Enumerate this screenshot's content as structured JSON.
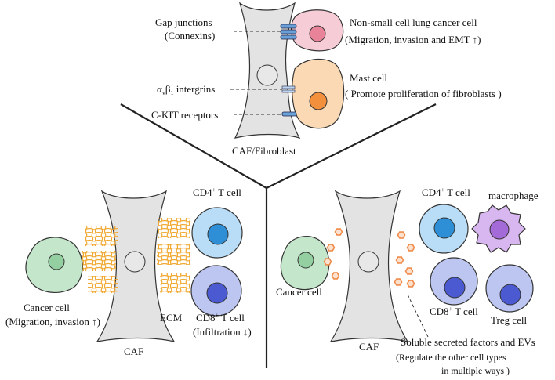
{
  "top_panel": {
    "gap_junctions": "Gap junctions",
    "connexins": "(Connexins)",
    "integrins_alpha": "α",
    "integrins_alpha_sub": "v",
    "integrins_beta": "β",
    "integrins_beta_sub": "1",
    "integrins_text": " intergrins",
    "ckit": "C-KIT receptors",
    "nsclc_title": "Non-small cell lung cancer cell",
    "nsclc_effect": "(Migration, invasion and EMT ↑)",
    "mast_title": "Mast cell",
    "mast_effect": "( Promote proliferation of fibroblasts )",
    "fibroblast_label": "CAF/Fibroblast"
  },
  "left_panel": {
    "cancer_title": "Cancer cell",
    "cancer_effect": "(Migration, invasion ↑)",
    "cd4_title": "CD4",
    "cd4_sup": "+",
    "cd4_suffix": " T cell",
    "cd8_title": "CD8",
    "cd8_sup": "+",
    "cd8_suffix": " T cell",
    "cd8_effect": "(Infiltration ↓)",
    "ecm_label": "ECM",
    "caf_label": "CAF"
  },
  "right_panel": {
    "cancer_title": "Cancer cell",
    "cd4_title": "CD4",
    "cd4_sup": "+",
    "cd4_suffix": " T cell",
    "macrophage_label": "macrophage",
    "cd8_title": "CD8",
    "cd8_sup": "+",
    "cd8_suffix": " T cell",
    "treg_label": "Treg cell",
    "caf_label": "CAF",
    "soluble_title": "Soluble secreted factors and EVs",
    "soluble_effect_line1": "(Regulate the other cell types",
    "soluble_effect_line2": "in multiple ways )"
  },
  "colors": {
    "fibroblast_fill": "#e3e3e3",
    "nsclc_fill": "#f6cdd6",
    "nsclc_nucleus": "#e9839a",
    "mast_fill": "#fbd9b4",
    "mast_nucleus": "#f2903d",
    "cancer_fill": "#c4e6cb",
    "cancer_nucleus": "#93cfa0",
    "tcell_fill": "#b9ddf6",
    "tcell_nucleus": "#2f8fd6",
    "cd8_fill": "#bcc6f0",
    "cd8_nucleus": "#4b5ad0",
    "macrophage_fill": "#d8b6ef",
    "macrophage_nucleus": "#a46ad8",
    "ecm": "#f0a830",
    "factor": "#f08b4a"
  }
}
